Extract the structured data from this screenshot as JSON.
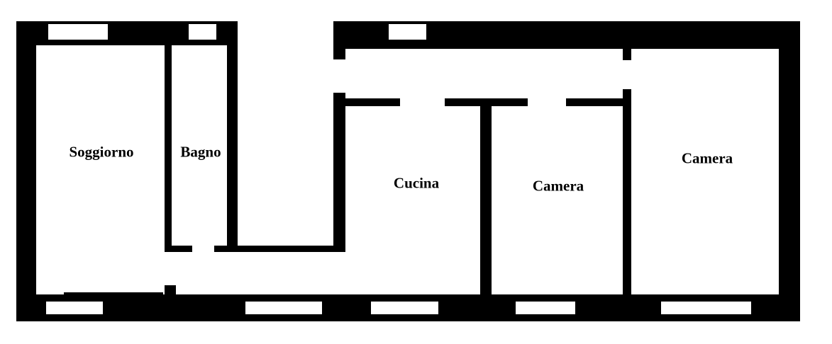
{
  "rooms": {
    "soggiorno": "Soggiorno",
    "bagno": "Bagno",
    "cucina": "Cucina",
    "camera_1": "Camera",
    "camera_2": "Camera"
  },
  "colors": {
    "wall": "#000000",
    "background": "#ffffff"
  }
}
